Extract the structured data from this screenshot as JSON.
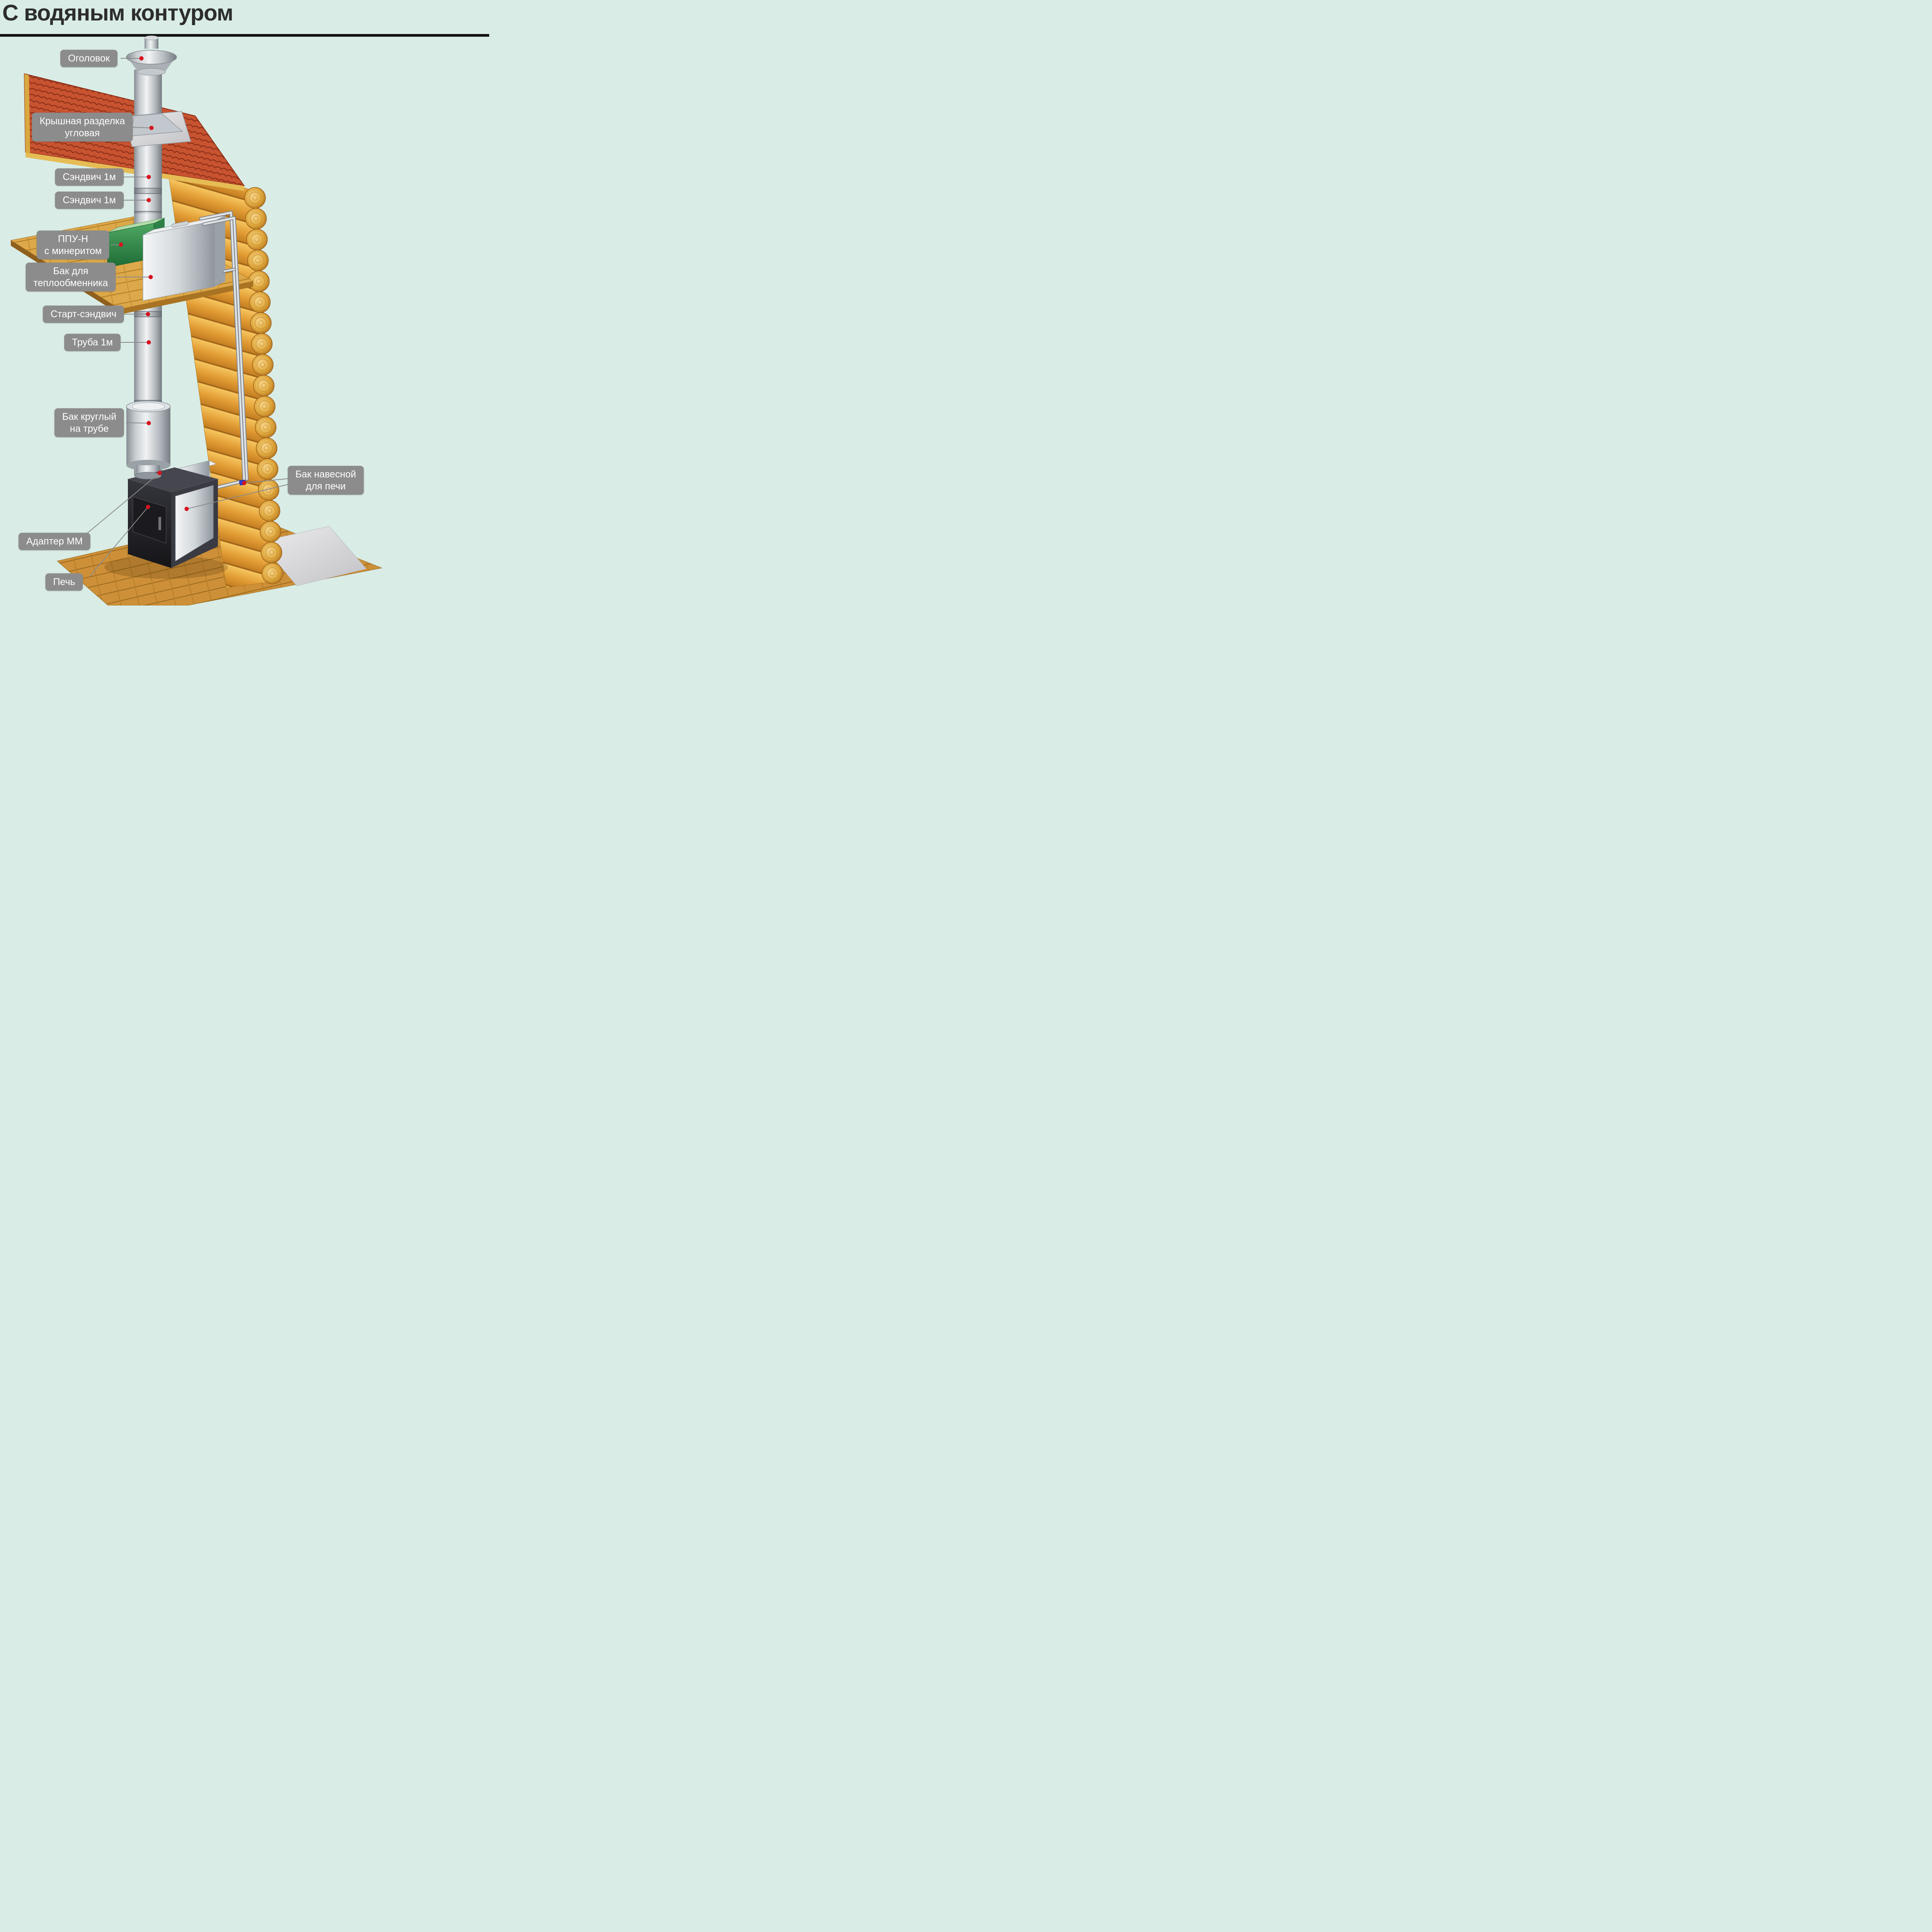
{
  "header": {
    "title": "С водяным контуром"
  },
  "colors": {
    "background": "#d9ece6",
    "rule": "#141414",
    "label_bg": "#8c8c8c",
    "label_text": "#ffffff",
    "marker": "#d6141f"
  },
  "labels": [
    {
      "key": "cap",
      "text": "Оголовок"
    },
    {
      "key": "roof-flashing",
      "text": "Крышная разделка\nугловая"
    },
    {
      "key": "sandwich-1m-upper",
      "text": "Сэндвич 1м"
    },
    {
      "key": "sandwich-1m-lower",
      "text": "Сэндвич 1м"
    },
    {
      "key": "ceiling-pass-unit",
      "text": "ППУ-Н\nс минеритом"
    },
    {
      "key": "heat-exchanger-tank",
      "text": "Бак для\nтеплообменника"
    },
    {
      "key": "start-sandwich",
      "text": "Старт-сэндвич"
    },
    {
      "key": "pipe-1m",
      "text": "Труба 1м"
    },
    {
      "key": "round-tank-on-pipe",
      "text": "Бак круглый\nна трубе"
    },
    {
      "key": "hanging-tank-for-stove",
      "text": "Бак навесной\nдля печи"
    },
    {
      "key": "adapter-mm",
      "text": "Адаптер ММ"
    },
    {
      "key": "stove",
      "text": "Печь"
    }
  ]
}
